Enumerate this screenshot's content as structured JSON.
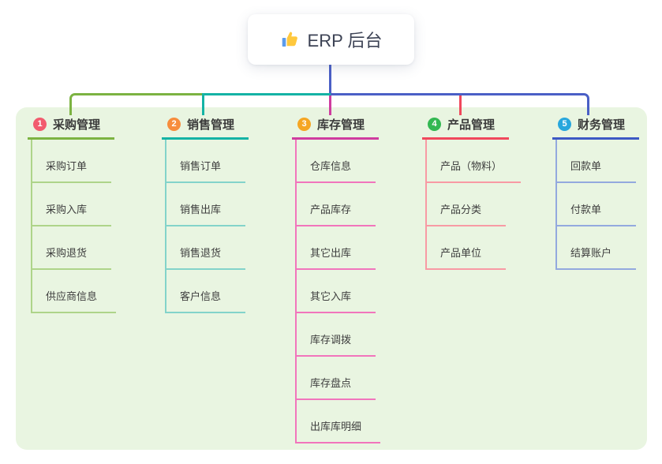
{
  "root": {
    "label": "ERP 后台",
    "icon": "thumbs-up-icon"
  },
  "branches": [
    {
      "index": "1",
      "label": "采购管理",
      "badge_color": "#f25b6e",
      "line_color": "#7cb342",
      "child_line_color": "#aed489",
      "children": [
        "采购订单",
        "采购入库",
        "采购退货",
        "供应商信息"
      ]
    },
    {
      "index": "2",
      "label": "销售管理",
      "badge_color": "#f78d3d",
      "line_color": "#14b3a5",
      "child_line_color": "#83d3ca",
      "children": [
        "销售订单",
        "销售出库",
        "销售退货",
        "客户信息"
      ]
    },
    {
      "index": "3",
      "label": "库存管理",
      "badge_color": "#f5a623",
      "line_color": "#cf3c9f",
      "child_line_color": "#f175bc",
      "children": [
        "仓库信息",
        "产品库存",
        "其它出库",
        "其它入库",
        "库存调拨",
        "库存盘点",
        "出库库明细"
      ]
    },
    {
      "index": "4",
      "label": "产品管理",
      "badge_color": "#33b852",
      "line_color": "#f0485c",
      "child_line_color": "#f89aa4",
      "children": [
        "产品（物料）",
        "产品分类",
        "产品单位"
      ]
    },
    {
      "index": "5",
      "label": "财务管理",
      "badge_color": "#28a7dd",
      "line_color": "#3d59c4",
      "child_line_color": "#93a9de",
      "children": [
        "回款单",
        "付款单",
        "结算账户"
      ]
    }
  ],
  "colors": {
    "connector_blue": "#4a5fc6",
    "panel_bg": "#e9f5e1",
    "text": "#3b3b3b"
  }
}
